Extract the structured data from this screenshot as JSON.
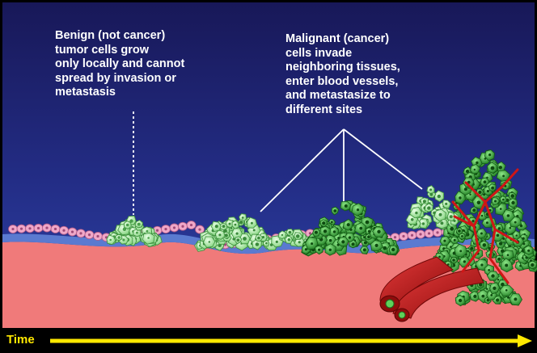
{
  "benign_caption": [
    "Benign (not cancer)",
    "tumor cells grow",
    "only locally and cannot",
    "spread by invasion or",
    "metastasis"
  ],
  "malignant_caption": [
    "Malignant (cancer)",
    "cells invade",
    "neighboring tissues,",
    "enter blood vessels,",
    "and metastasize to",
    "different sites"
  ],
  "time_label": "Time",
  "colors": {
    "background_top": "#1a1a5e",
    "background_bottom": "#2a3a9a",
    "tissue": "#f07a7a",
    "membrane": "#5a7ad0",
    "normal_cells": "#f0a8c8",
    "benign_cells": "#b8f0b0",
    "malignant_cells": "#3fae3f",
    "blood_vessel": "#c01818",
    "time_arrow": "#ffe800",
    "caption_text": "#ffffff"
  }
}
